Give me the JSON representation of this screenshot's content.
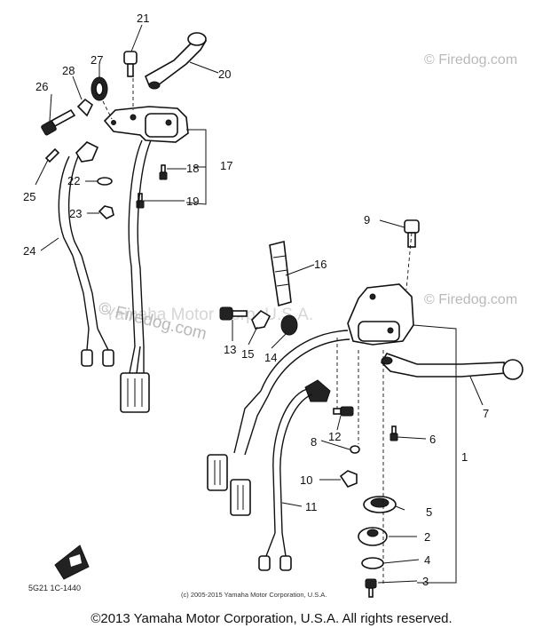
{
  "watermarks": {
    "brand": "© Firedog.com",
    "brand_large": "© Firedog.com",
    "corp_overlay": "Yamaha Motor Corp. U.S.A."
  },
  "diagram_code": "5G21 1C-1440",
  "small_copyright": "(c) 2005-2015 Yamaha Motor Corporation, U.S.A.",
  "footer": "©2013 Yamaha Motor Corporation, U.S.A. All rights reserved.",
  "callouts": {
    "n1": "1",
    "n2": "2",
    "n3": "3",
    "n4": "4",
    "n5": "5",
    "n6": "6",
    "n7": "7",
    "n8": "8",
    "n9": "9",
    "n10": "10",
    "n11": "11",
    "n12": "12",
    "n13": "13",
    "n14": "14",
    "n15": "15",
    "n16": "16",
    "n17": "17",
    "n18": "18",
    "n19": "19",
    "n20": "20",
    "n21": "21",
    "n22": "22",
    "n23": "23",
    "n24": "24",
    "n25": "25",
    "n26": "26",
    "n27": "27",
    "n28": "28"
  },
  "colors": {
    "ink": "#111111",
    "watermark": "#b9b9b9"
  }
}
